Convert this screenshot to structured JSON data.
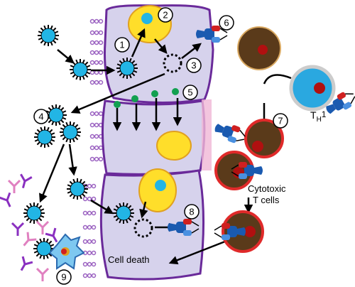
{
  "step_numbers": [
    "1",
    "2",
    "3",
    "4",
    "5",
    "6",
    "7",
    "8",
    "9"
  ],
  "labels": {
    "th1_main": "T",
    "th1_sub": "H",
    "th1_sup": "1",
    "cytotoxic_line1": "Cytotoxic",
    "cytotoxic_line2": "T cells",
    "cell_death": "Cell death"
  },
  "colors": {
    "epithelial_cell": "#d6d2ec",
    "cell_outline": "#6a2a9a",
    "nucleus": "#ffde2a",
    "nucleus_outline": "#e0a020",
    "virus": "#22b5e5",
    "virus_spikes": "#000000",
    "secreted_granules": "#12a050",
    "t_cell_cytoplasm": "#5a3a1a",
    "cytotoxic_outline": "#e02a2a",
    "th1_outline": "#cccccc",
    "th1_body": "#2aa8e0",
    "mhc_blue": "#1a5ab0",
    "tcr_red": "#d02020",
    "antibody_purple": "#8a30c0",
    "antibody_pink": "#e080c0",
    "cilia": "#9a60c0"
  },
  "icons": [
    "virus-icon",
    "t-cell-icon",
    "antibody-icon",
    "macrophage-icon",
    "cilia-icon"
  ]
}
